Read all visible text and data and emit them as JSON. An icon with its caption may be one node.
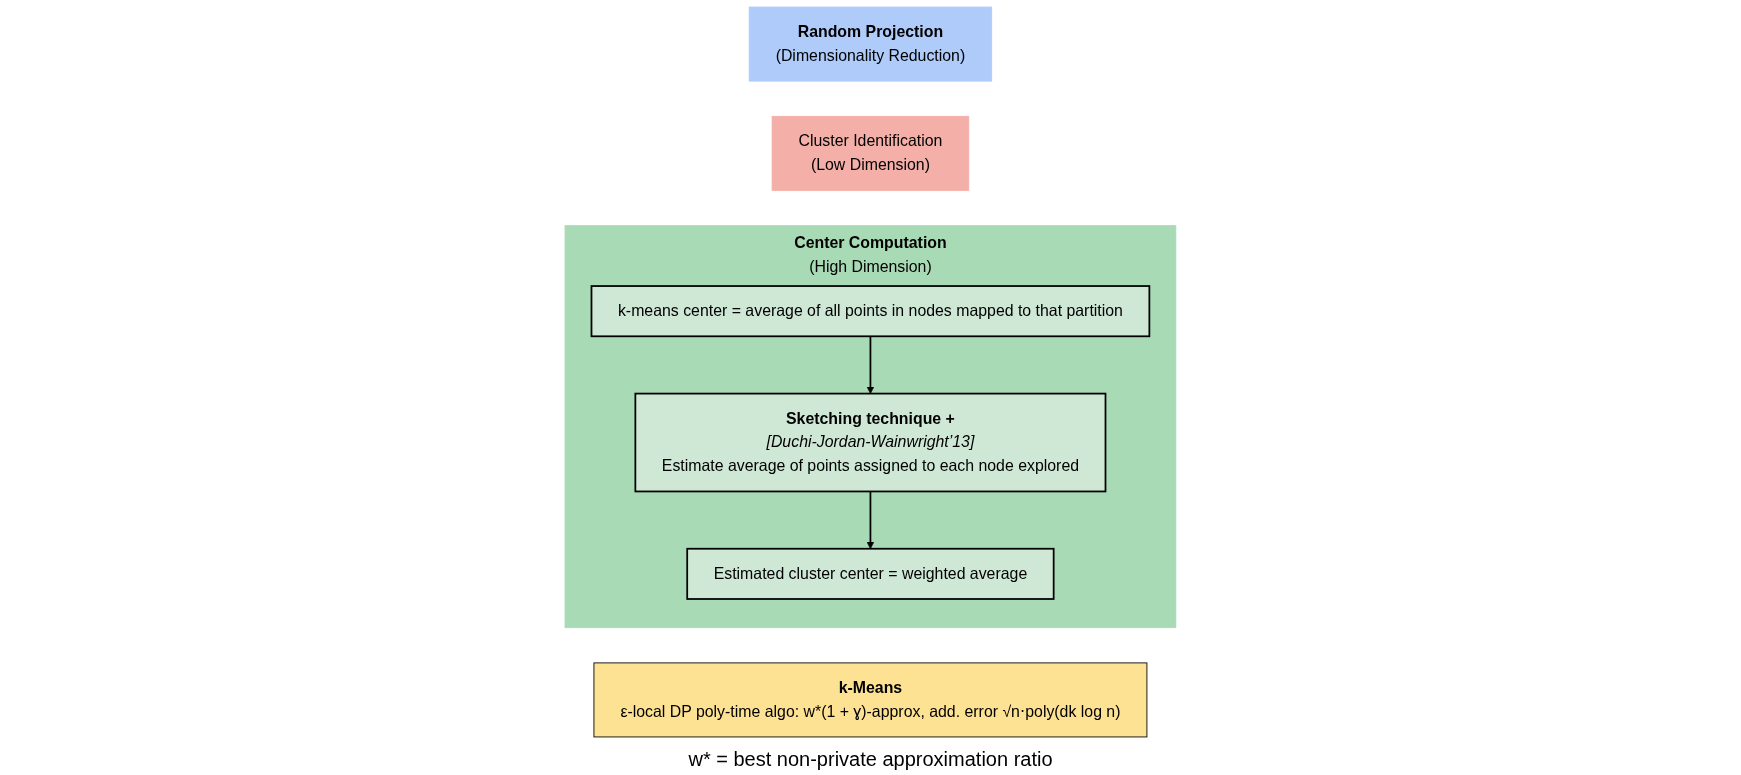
{
  "diagram": {
    "nodes": [
      {
        "text": [
          "Random Projection",
          "(Dimensionality Reduction)"
        ]
      },
      {
        "text": [
          "Cluster Identification",
          "(Low Dimension)"
        ]
      },
      {
        "text": [
          "Center Computation",
          "(High Dimension)"
        ]
      },
      {
        "text": [
          "k-means center = average of all points in nodes mapped to that partition"
        ],
        "in": 2
      },
      {
        "text": [
          "Sketching technique +",
          "[Duchi-Jordan-Wainwright’13]",
          "Estimate average of points assigned to each node explored"
        ],
        "in": 2
      },
      {
        "text": [
          "Estimated cluster center = weighted average"
        ],
        "in": 2
      },
      {
        "text": [
          "k-Means",
          "ε-local DP poly-time algo:  w*(1 + ɣ)-approx, add. error √n⋅poly(dk log n)"
        ]
      }
    ],
    "edges": [
      {
        "from": 3,
        "to": 4,
        "arrow": "to"
      },
      {
        "from": 4,
        "to": 5,
        "arrow": "to"
      }
    ],
    "labels": [
      "w* = best non-private approximation ratio"
    ]
  }
}
